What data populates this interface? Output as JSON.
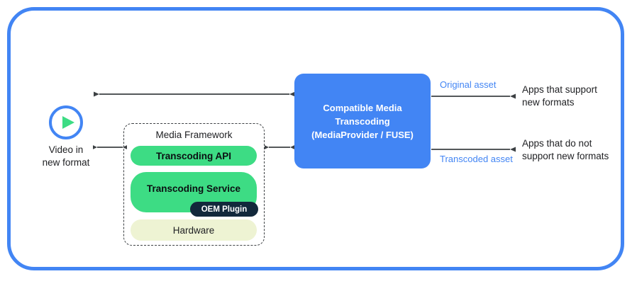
{
  "frame": {
    "accent_color": "#4285f4",
    "name": "diagram-border"
  },
  "source": {
    "icon": "play-circle-icon",
    "label": "Video in\nnew format"
  },
  "media_framework": {
    "title": "Media Framework",
    "boxes": [
      {
        "label": "Transcoding API",
        "color": "#3ddc84"
      },
      {
        "label": "Transcoding Service",
        "color": "#3ddc84"
      },
      {
        "label": "Hardware",
        "color": "#eef3d3"
      }
    ],
    "badge": {
      "label": "OEM Plugin",
      "color": "#12283b"
    }
  },
  "transcoding_box": {
    "label": "Compatible Media\nTranscoding\n(MediaProvider / FUSE)",
    "color": "#4285f4"
  },
  "outputs": [
    {
      "asset_label": "Original asset",
      "asset_color": "#4285f4",
      "consumer_label": "Apps that support\nnew formats"
    },
    {
      "asset_label": "Transcoded asset",
      "asset_color": "#4285f4",
      "consumer_label": "Apps that do not\nsupport new formats"
    }
  ],
  "connectors": [
    {
      "name": "source-to-transcoding-top",
      "direction": "bidirectional"
    },
    {
      "name": "video-to-framework",
      "direction": "bidirectional"
    },
    {
      "name": "framework-to-transcoding",
      "direction": "bidirectional"
    },
    {
      "name": "transcoding-to-apps-original",
      "direction": "right"
    },
    {
      "name": "transcoding-to-apps-transcoded",
      "direction": "right"
    }
  ]
}
